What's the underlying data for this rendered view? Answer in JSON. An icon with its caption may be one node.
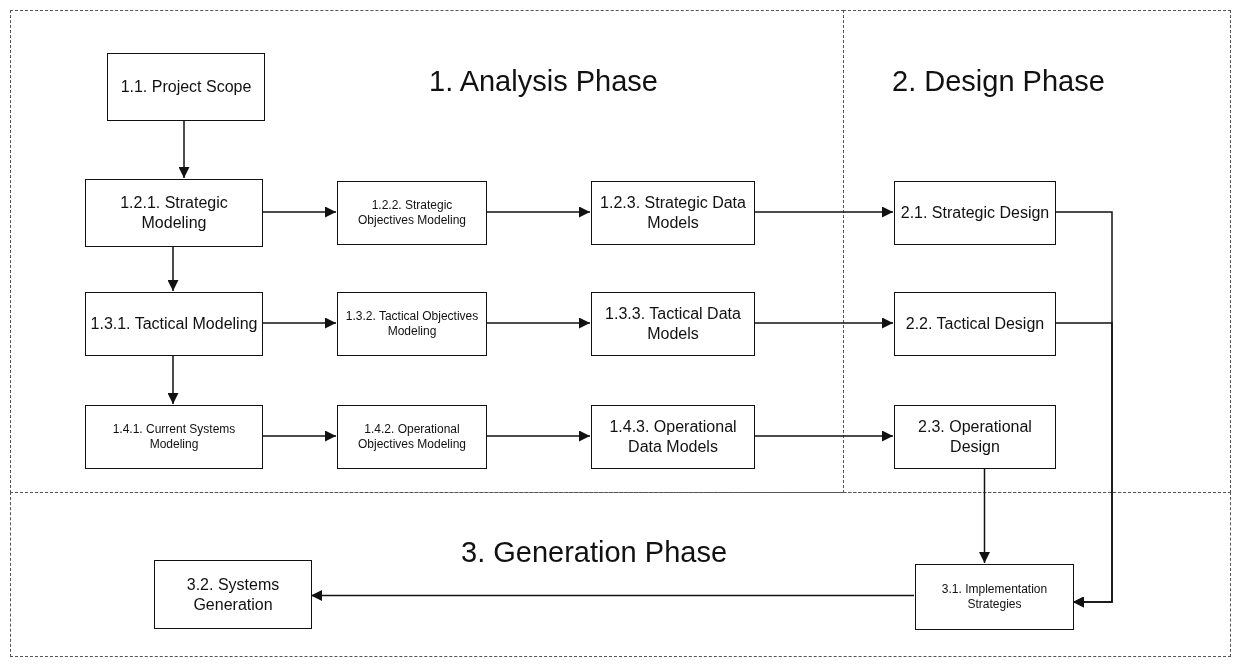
{
  "diagram": {
    "nodes": [
      {
        "text": [
          "1. Analysis Phase"
        ]
      },
      {
        "text": [
          "1.1. Project Scope"
        ],
        "in": 0
      },
      {
        "text": [
          "1.2.1. Strategic Modeling"
        ],
        "in": 0
      },
      {
        "text": [
          "1.2.2. Strategic Objectives Modeling"
        ],
        "in": 0
      },
      {
        "text": [
          "1.2.3. Strategic Data Models"
        ],
        "in": 0
      },
      {
        "text": [
          "1.3.1. Tactical Modeling"
        ],
        "in": 0
      },
      {
        "text": [
          "1.3.2. Tactical Objectives Modeling"
        ],
        "in": 0
      },
      {
        "text": [
          "1.3.3. Tactical Data Models"
        ],
        "in": 0
      },
      {
        "text": [
          "1.4.1. Current Systems Modeling"
        ],
        "in": 0
      },
      {
        "text": [
          "1.4.2. Operational Objectives Modeling"
        ],
        "in": 0
      },
      {
        "text": [
          "1.4.3. Operational Data Models"
        ],
        "in": 0
      },
      {
        "text": [
          "2. Design Phase"
        ]
      },
      {
        "text": [
          "2.1. Strategic Design"
        ],
        "in": 11
      },
      {
        "text": [
          "2.2. Tactical Design"
        ],
        "in": 11
      },
      {
        "text": [
          "2.3. Operational Design"
        ],
        "in": 11
      },
      {
        "text": [
          "3. Generation Phase"
        ]
      },
      {
        "text": [
          "3.2. Systems Generation"
        ],
        "in": 15
      },
      {
        "text": [
          "3.1. Implementation Strategies"
        ],
        "in": 15
      }
    ],
    "edges": [
      {
        "from": 1,
        "to": 2,
        "arrow": "to"
      },
      {
        "from": 2,
        "to": 5,
        "arrow": "to"
      },
      {
        "from": 5,
        "to": 8,
        "arrow": "to"
      },
      {
        "from": 2,
        "to": 3,
        "arrow": "to"
      },
      {
        "from": 3,
        "to": 4,
        "arrow": "to"
      },
      {
        "from": 4,
        "to": 12,
        "arrow": "to"
      },
      {
        "from": 5,
        "to": 6,
        "arrow": "to"
      },
      {
        "from": 6,
        "to": 7,
        "arrow": "to"
      },
      {
        "from": 7,
        "to": 13,
        "arrow": "to"
      },
      {
        "from": 8,
        "to": 9,
        "arrow": "to"
      },
      {
        "from": 9,
        "to": 10,
        "arrow": "to"
      },
      {
        "from": 10,
        "to": 14,
        "arrow": "to"
      },
      {
        "from": 12,
        "to": 17,
        "arrow": "to"
      },
      {
        "from": 13,
        "to": 17,
        "arrow": "to"
      },
      {
        "from": 14,
        "to": 17,
        "arrow": "to"
      },
      {
        "from": 17,
        "to": 16,
        "arrow": "to"
      }
    ]
  }
}
